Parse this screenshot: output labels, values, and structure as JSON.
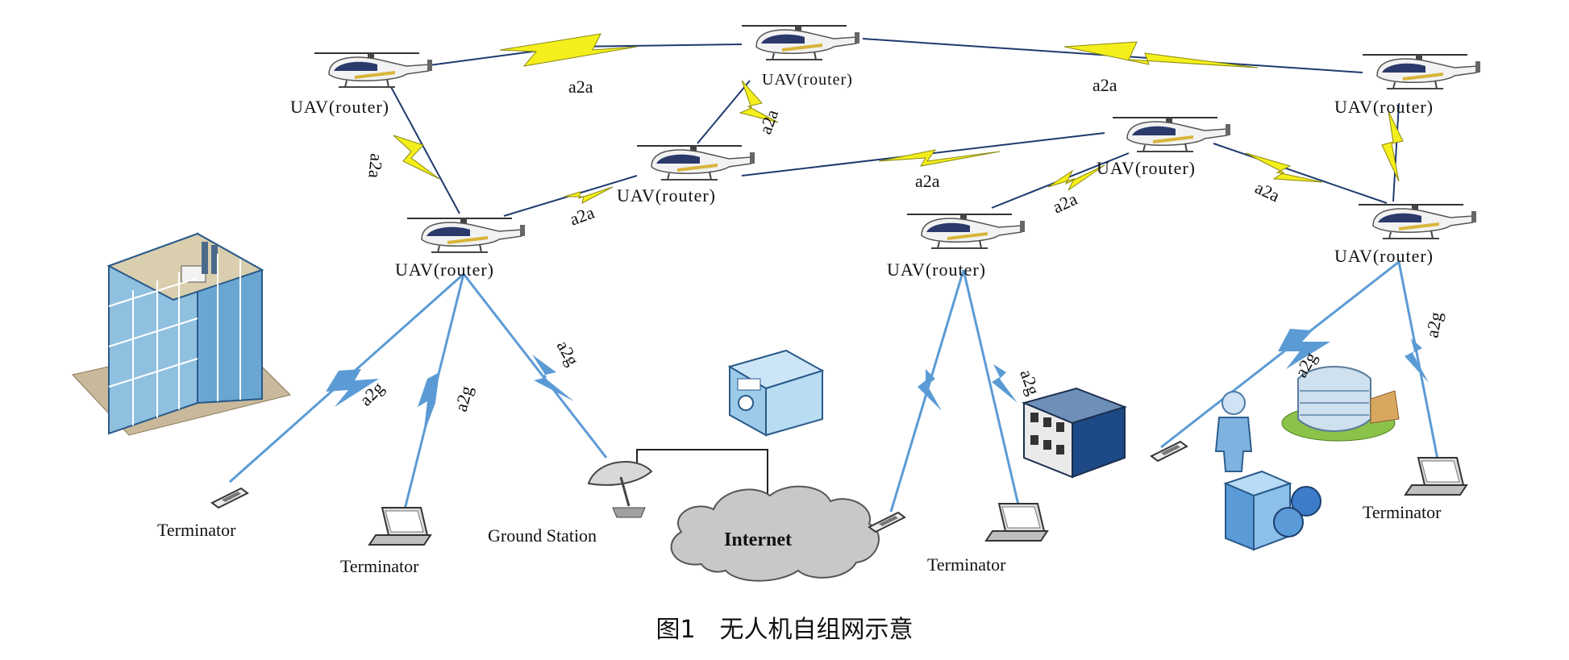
{
  "caption": "图1　无人机自组网示意",
  "uavs": [
    {
      "label": "UAV(router)"
    },
    {
      "label": "UAV(router)"
    },
    {
      "label": "UAV(router)"
    },
    {
      "label": "UAV(router)"
    },
    {
      "label": "UAV(router)"
    },
    {
      "label": "UAV(router)"
    },
    {
      "label": "UAV(router)"
    },
    {
      "label": "UAV(router)"
    }
  ],
  "a2a_links": [
    "a2a",
    "a2a",
    "a2a",
    "a2a",
    "a2a",
    "a2a",
    "a2a",
    "a2a"
  ],
  "a2g_links": [
    "a2g",
    "a2g",
    "a2g",
    "a2g",
    "a2g",
    "a2g"
  ],
  "terminators": [
    "Terminator",
    "Terminator",
    "Terminator",
    "Terminator"
  ],
  "ground_station": "Ground Station",
  "internet": "Internet",
  "colors": {
    "a2a_bolt": "#f4ef1c",
    "a2g_bolt": "#5b9bd5",
    "link_line": "#1f3a6e",
    "cloud": "#c8c8c8"
  }
}
